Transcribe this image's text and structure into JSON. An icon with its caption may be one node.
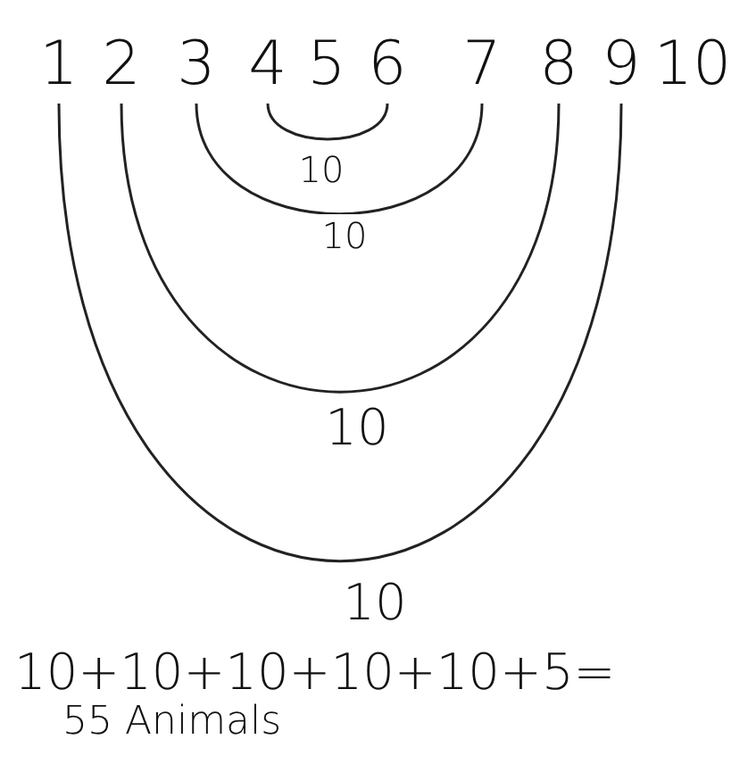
{
  "diagram": {
    "nodes": [
      {
        "text": [
          "1"
        ]
      },
      {
        "text": [
          "2"
        ]
      },
      {
        "text": [
          "3"
        ]
      },
      {
        "text": [
          "4"
        ]
      },
      {
        "text": [
          "5"
        ]
      },
      {
        "text": [
          "6"
        ]
      },
      {
        "text": [
          "7"
        ]
      },
      {
        "text": [
          "8"
        ]
      },
      {
        "text": [
          "9"
        ]
      },
      {
        "text": [
          "10"
        ]
      }
    ],
    "edges": [
      {
        "from": 3,
        "to": 5,
        "arrow": "none",
        "label": "10"
      },
      {
        "from": 2,
        "to": 6,
        "arrow": "none",
        "label": "10"
      },
      {
        "from": 1,
        "to": 7,
        "arrow": "none",
        "label": "10"
      },
      {
        "from": 0,
        "to": 8,
        "arrow": "none",
        "label": "10"
      }
    ],
    "labels": [
      "10+10+10+10+10+5=",
      "55 Animals"
    ]
  }
}
